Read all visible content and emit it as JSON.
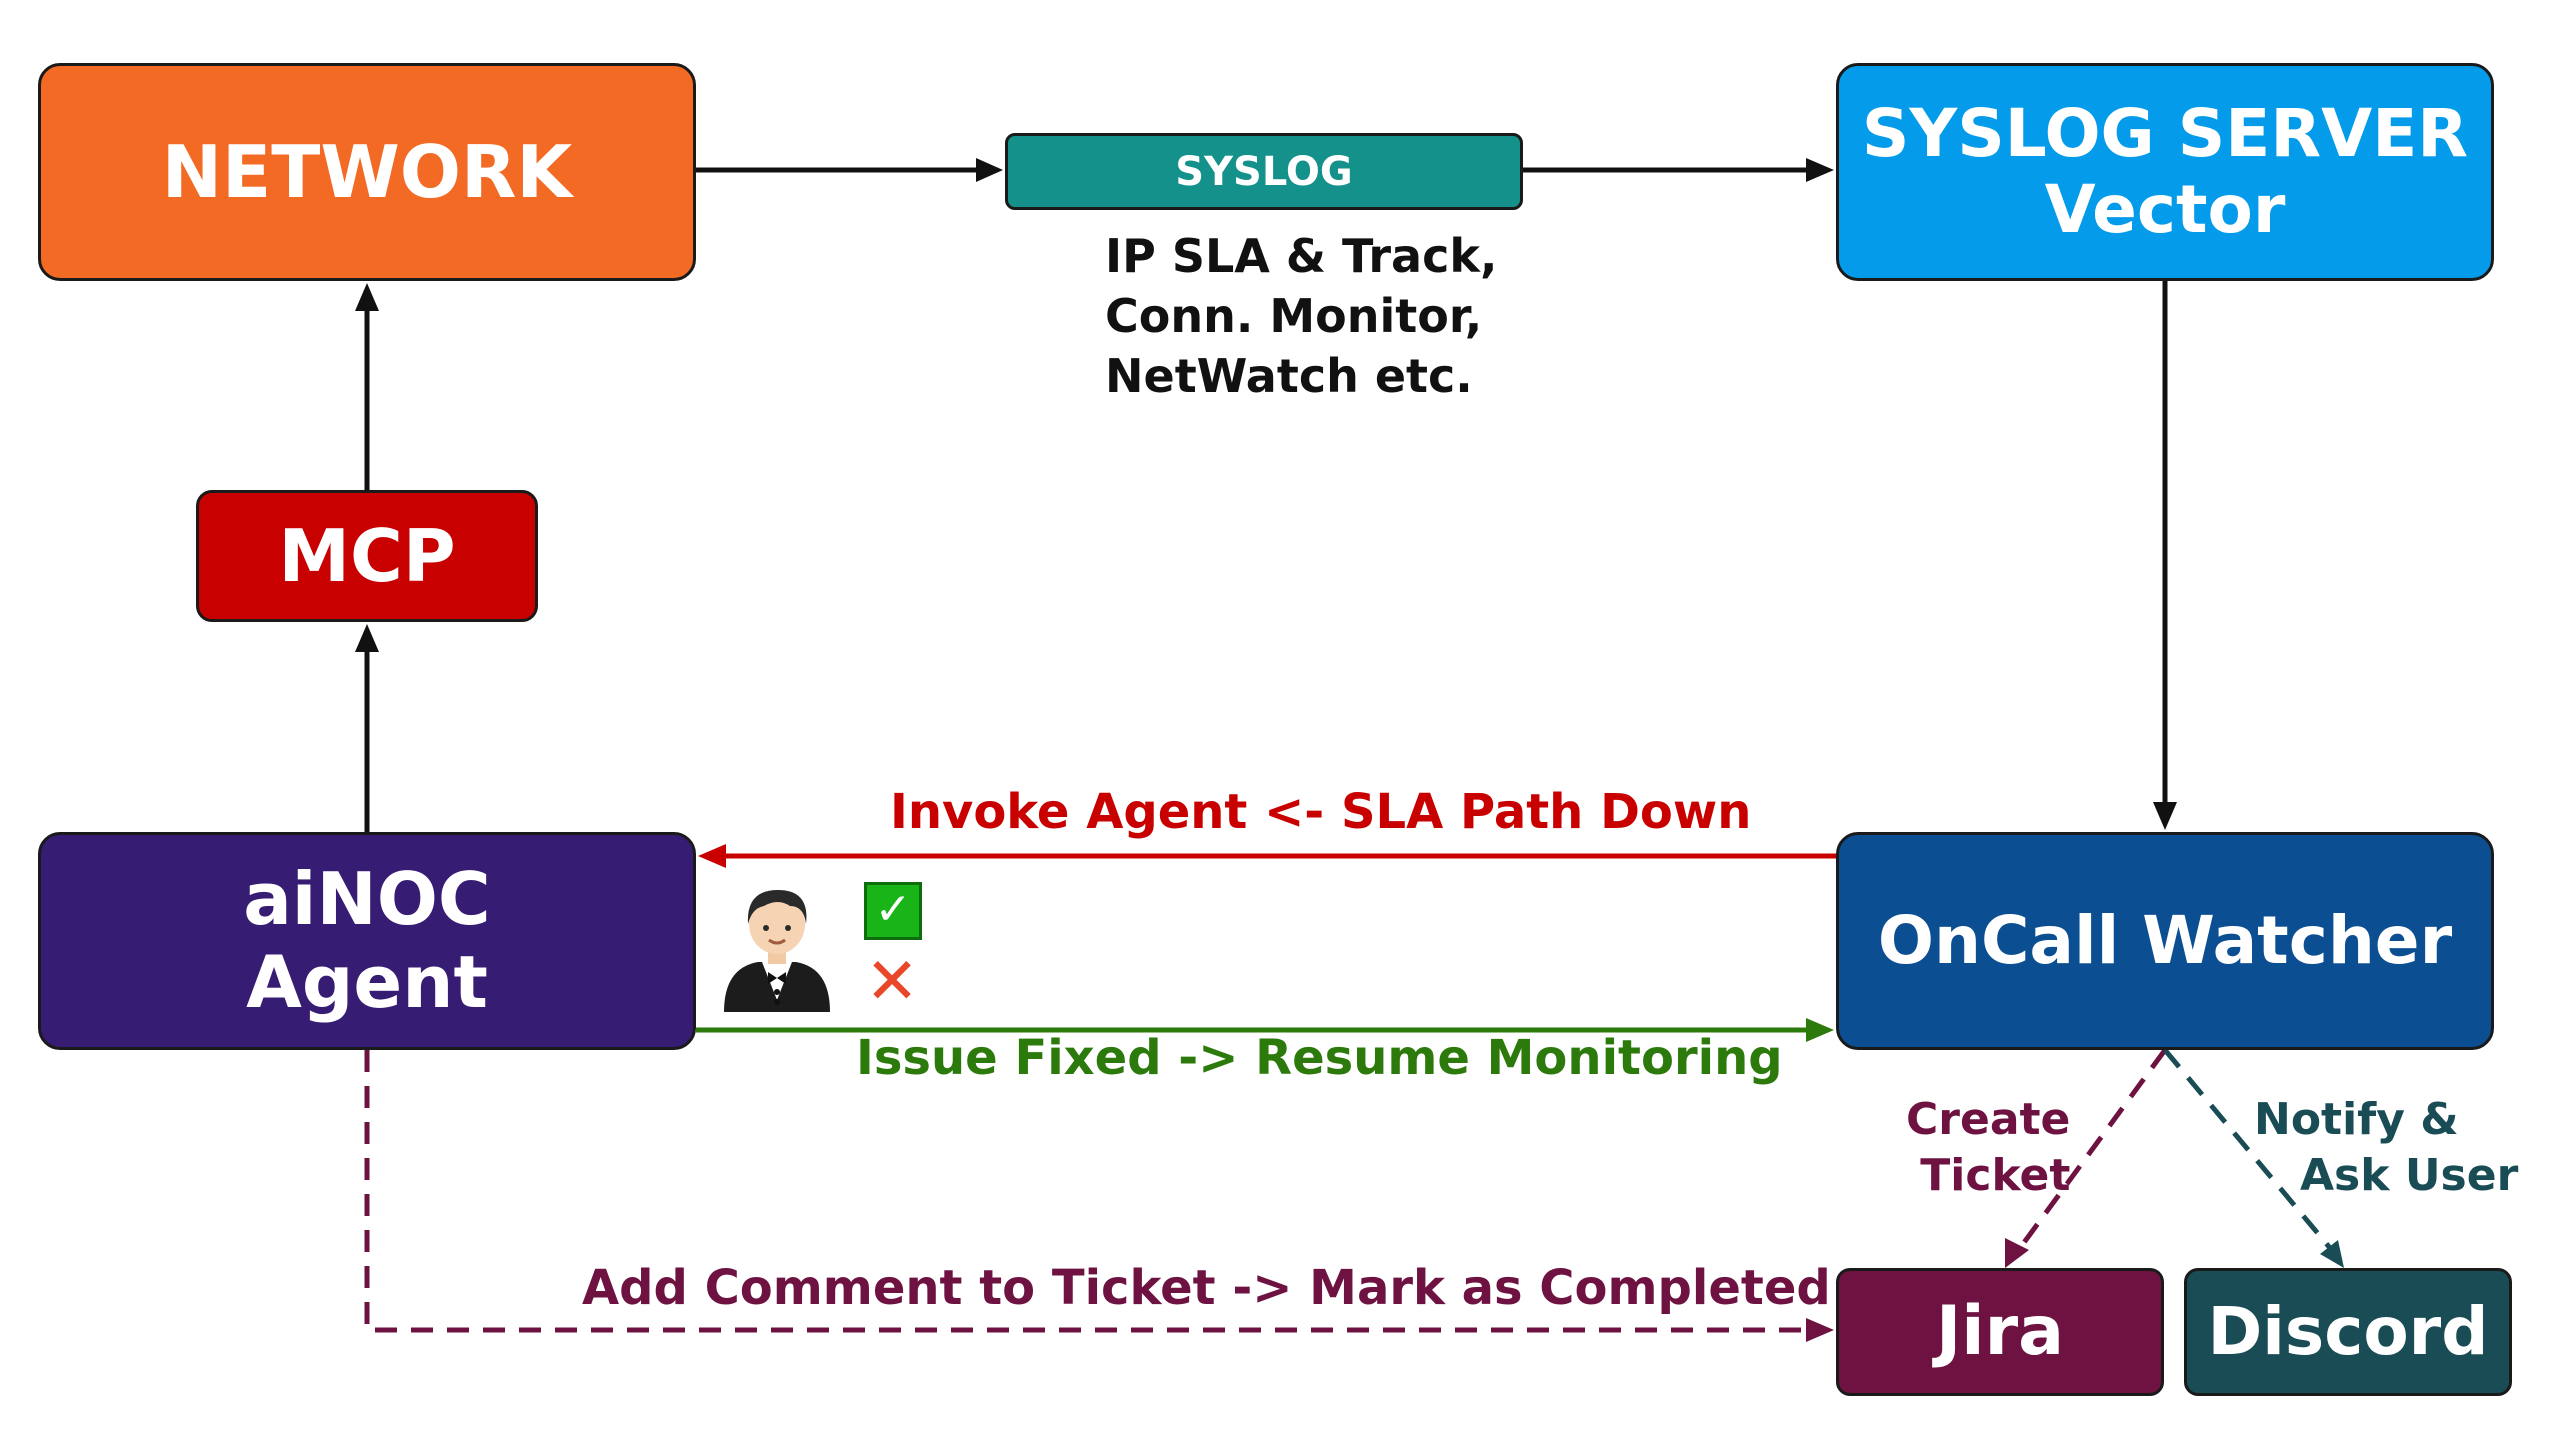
{
  "nodes": {
    "network": "NETWORK",
    "syslog_tag": "SYSLOG",
    "syslog_server": [
      "SYSLOG SERVER",
      "Vector"
    ],
    "mcp": "MCP",
    "ainoc": [
      "aiNOC",
      "Agent"
    ],
    "oncall": "OnCall Watcher",
    "jira": "Jira",
    "discord": "Discord"
  },
  "syslog_sources": [
    "IP SLA & Track,",
    "Conn. Monitor,",
    "NetWatch etc."
  ],
  "edges": {
    "invoke": "Invoke Agent  <-  SLA Path Down",
    "fixed": "Issue Fixed  ->  Resume Monitoring",
    "comment": "Add Comment to Ticket -> Mark as Completed",
    "create_ticket": [
      "Create",
      "Ticket"
    ],
    "notify": [
      "Notify &",
      "Ask User"
    ]
  },
  "icons": {
    "approver": "man-in-tuxedo-icon",
    "approve": "check-mark-icon",
    "reject": "cross-mark-icon"
  },
  "colors": {
    "network": "#f36a25",
    "syslog_tag": "#14918a",
    "syslog_server": "#049bea",
    "mcp": "#c90000",
    "ainoc": "#371c74",
    "oncall": "#0b4f92",
    "jira": "#6e1341",
    "discord": "#1a4c55",
    "invoke_edge": "#c90000",
    "fixed_edge": "#2b7a0b",
    "comment_edge": "#6e1341",
    "notify_edge": "#1a4c55"
  }
}
